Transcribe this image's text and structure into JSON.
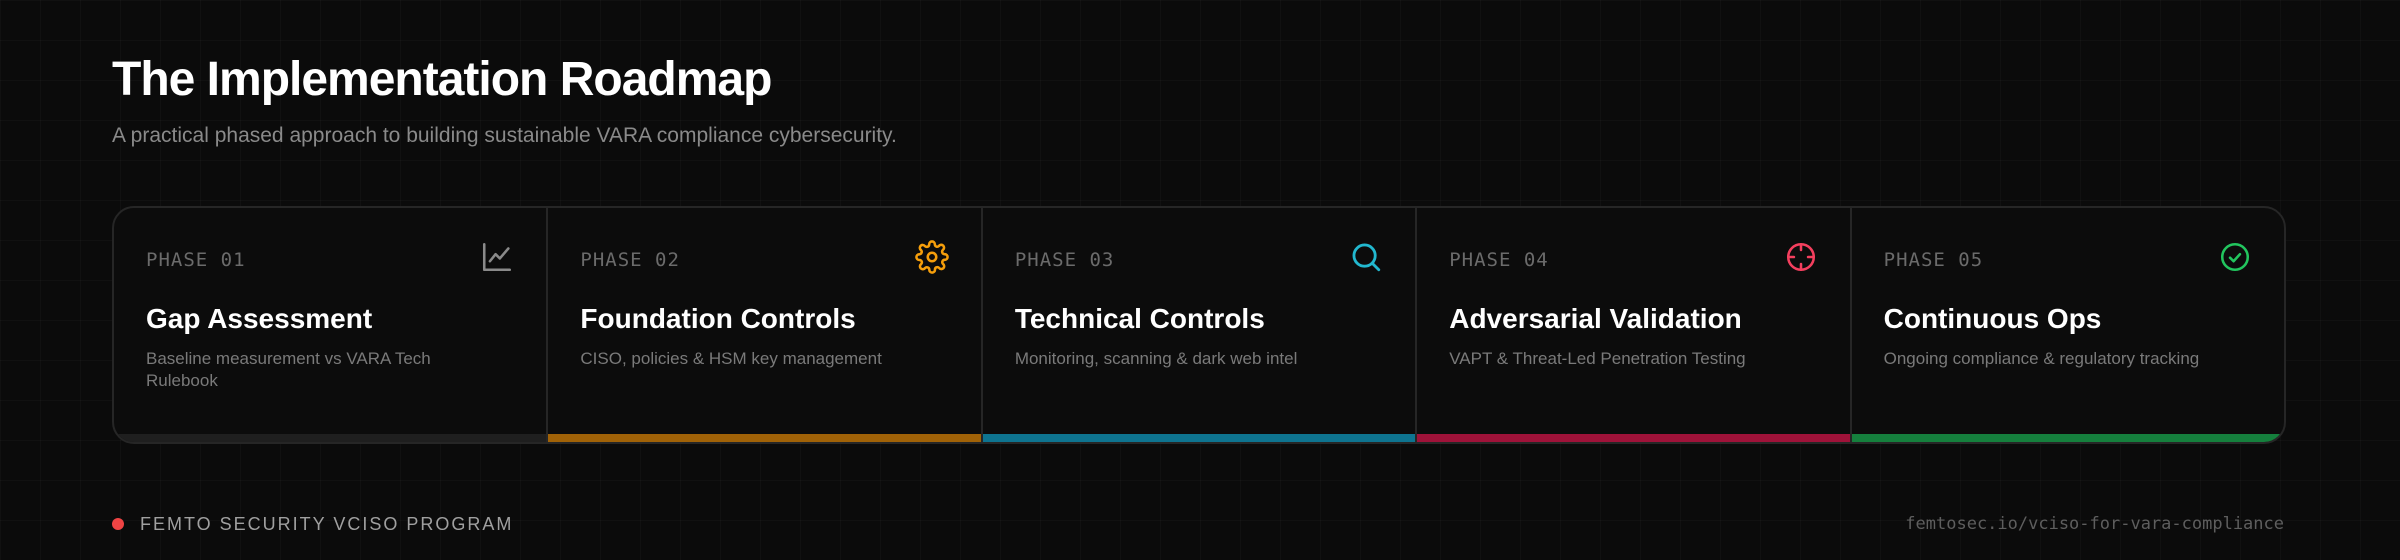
{
  "header": {
    "title": "The Implementation Roadmap",
    "subtitle": "A practical phased approach to building sustainable VARA compliance cybersecurity."
  },
  "phases": [
    {
      "number": "PHASE 01",
      "title": "Gap Assessment",
      "description": "Baseline measurement vs VARA Tech Rulebook",
      "icon": "chart-line-icon",
      "accent_color": "#8a8a8a",
      "bar_color": "#1f1f1f"
    },
    {
      "number": "PHASE 02",
      "title": "Foundation Controls",
      "description": "CISO, policies & HSM key management",
      "icon": "gear-icon",
      "accent_color": "#f59e0b",
      "bar_color": "#a16207"
    },
    {
      "number": "PHASE 03",
      "title": "Technical Controls",
      "description": "Monitoring, scanning & dark web intel",
      "icon": "search-icon",
      "accent_color": "#22b8cf",
      "bar_color": "#0e7490"
    },
    {
      "number": "PHASE 04",
      "title": "Adversarial Validation",
      "description": "VAPT & Threat-Led Penetration Testing",
      "icon": "crosshair-icon",
      "accent_color": "#f43f5e",
      "bar_color": "#9f1239"
    },
    {
      "number": "PHASE 05",
      "title": "Continuous Ops",
      "description": "Ongoing compliance & regulatory tracking",
      "icon": "check-circle-icon",
      "accent_color": "#22c55e",
      "bar_color": "#15803d"
    }
  ],
  "footer": {
    "label": "FEMTO SECURITY VCISO PROGRAM",
    "dot_color": "#ef4444",
    "url": "femtosec.io/vciso-for-vara-compliance"
  }
}
